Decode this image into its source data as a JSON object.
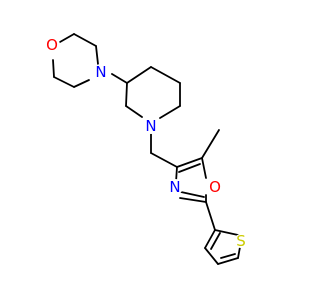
{
  "colors": {
    "bond": "#000000",
    "O": "#ff0000",
    "N": "#0000ff",
    "S": "#cccc00",
    "background": "#ffffff"
  },
  "atoms": [
    {
      "id": "O1",
      "element": "O",
      "label": "O"
    },
    {
      "id": "N1",
      "element": "N",
      "label": "N"
    },
    {
      "id": "N2",
      "element": "N",
      "label": "N"
    },
    {
      "id": "N3",
      "element": "N",
      "label": "N"
    },
    {
      "id": "O2",
      "element": "O",
      "label": "O"
    },
    {
      "id": "S1",
      "element": "S",
      "label": "S"
    }
  ]
}
